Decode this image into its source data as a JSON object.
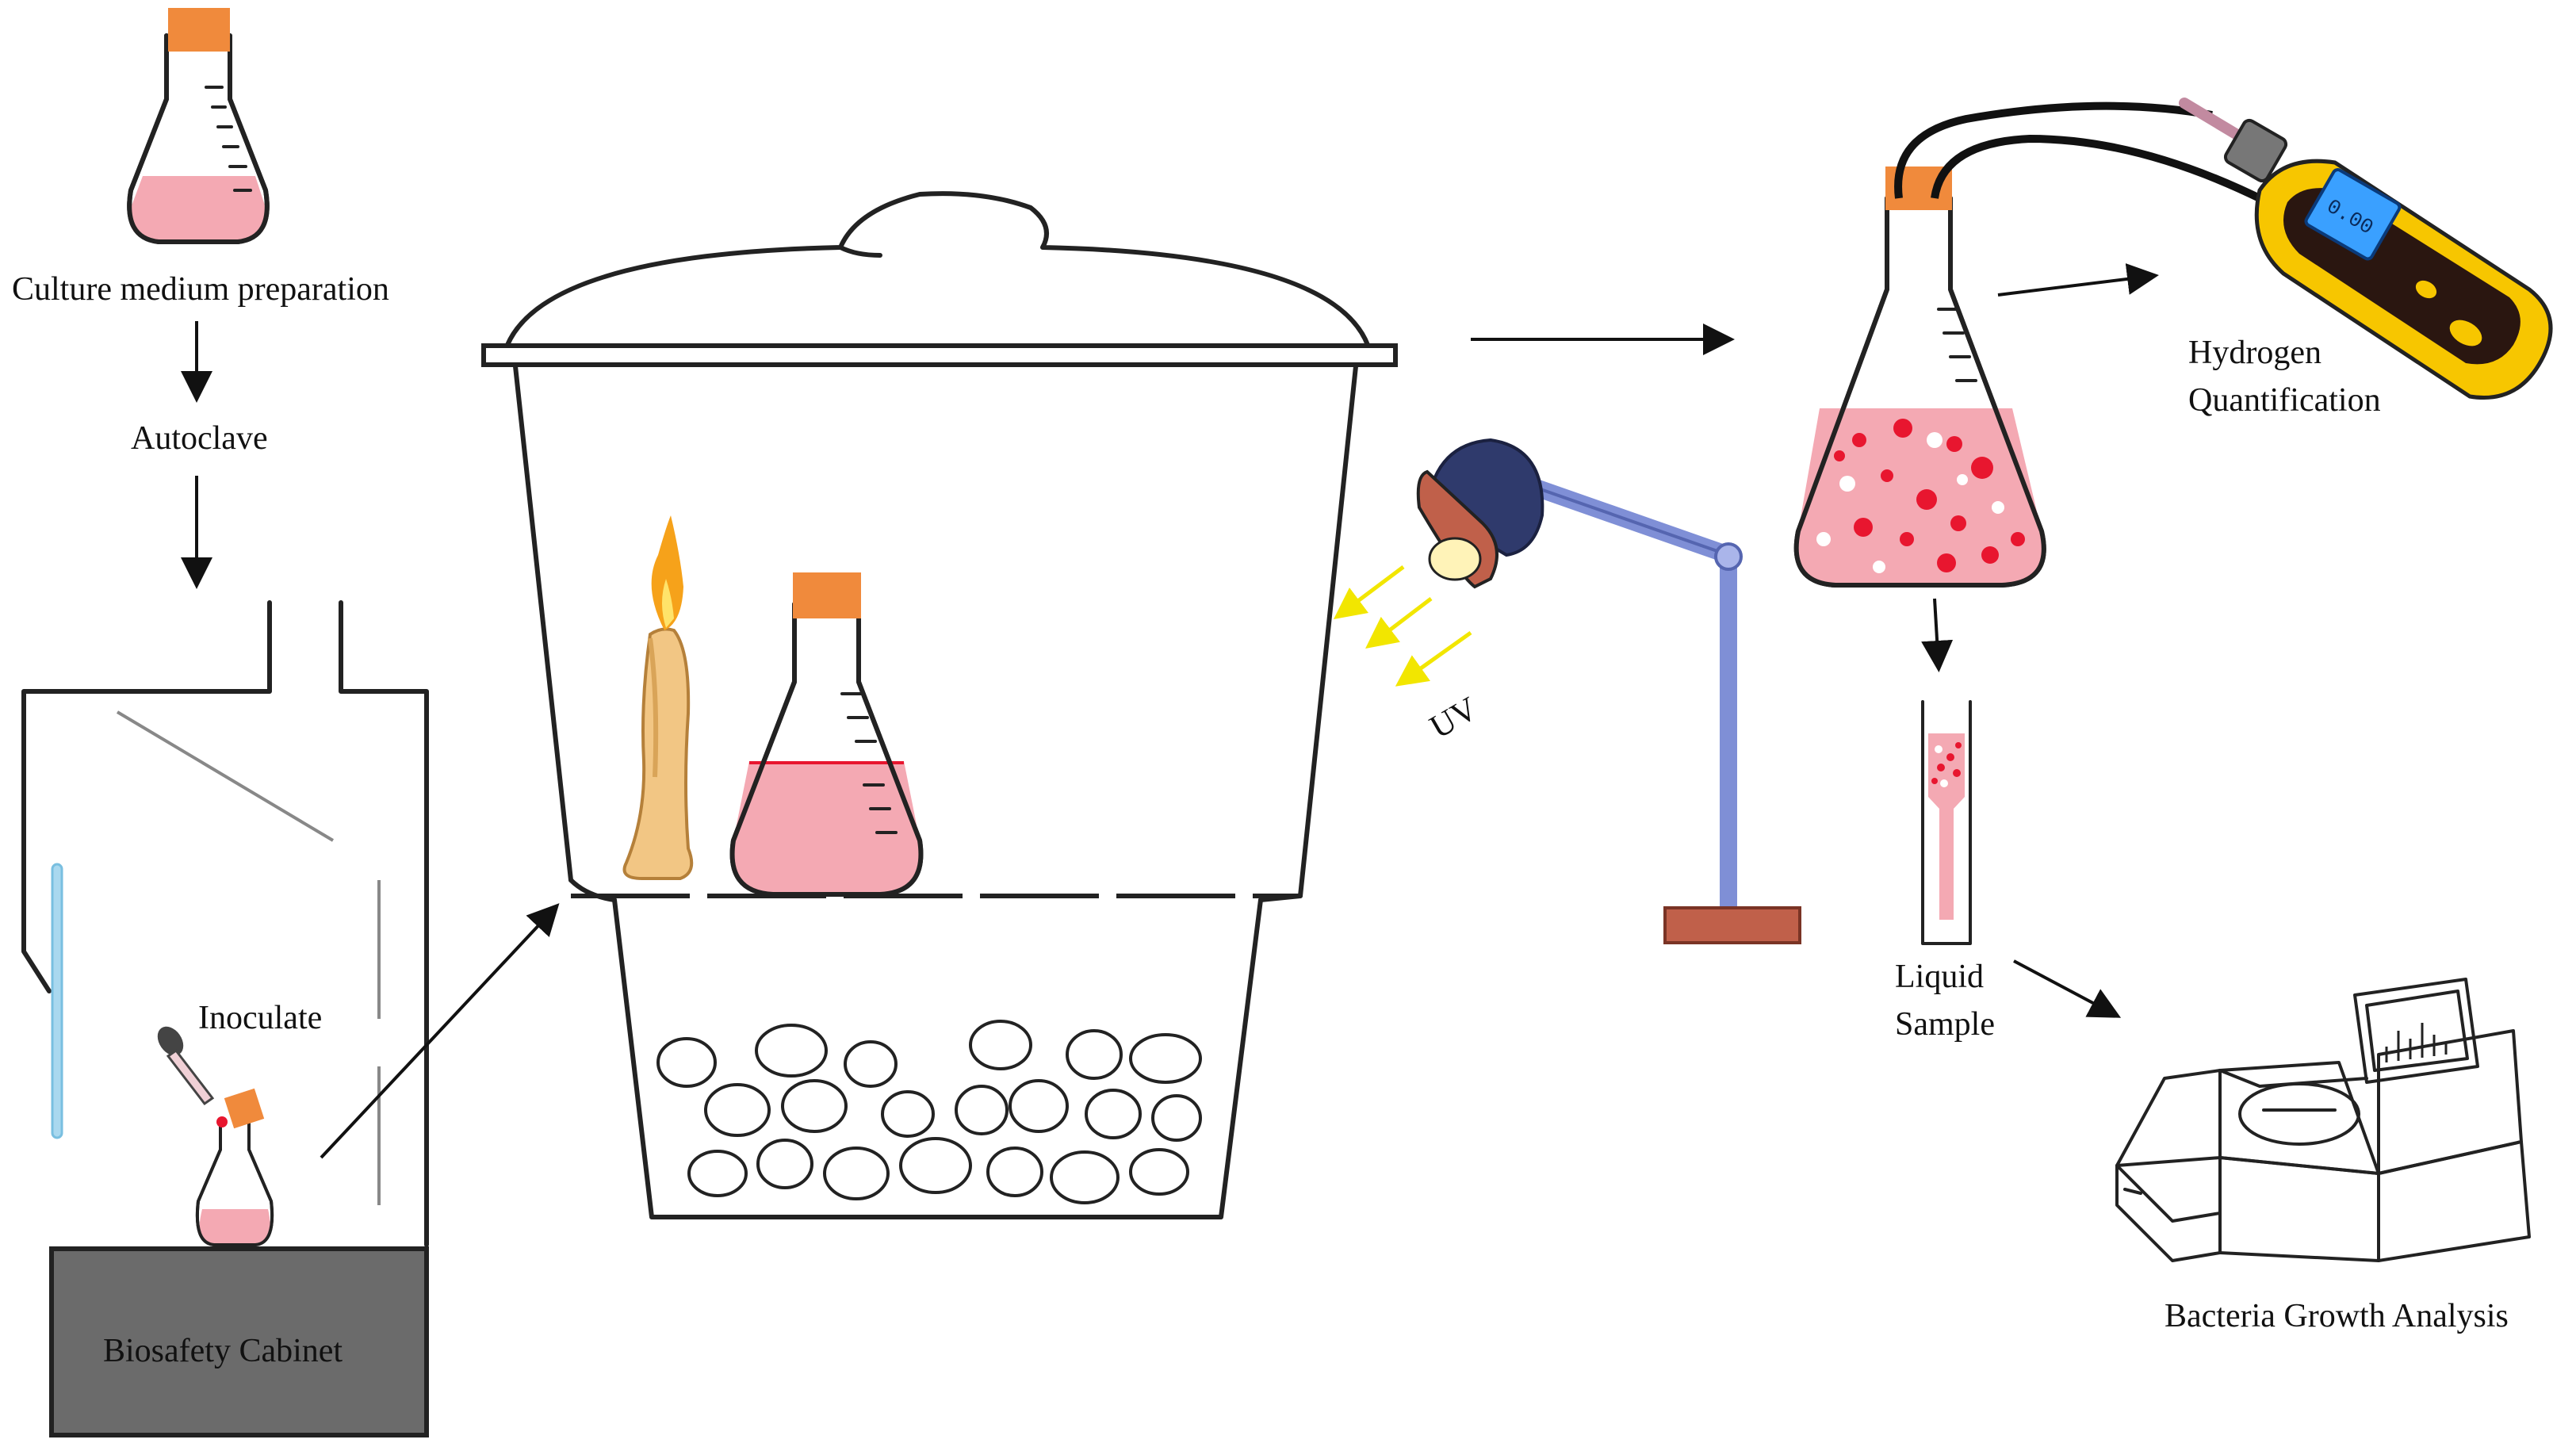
{
  "labels": {
    "culture": "Culture medium preparation",
    "autoclave": "Autoclave",
    "inoculate": "Inoculate",
    "biosafety": "Biosafety Cabinet",
    "uv": "UV",
    "hydrogen_1": "Hydrogen",
    "hydrogen_2": "Quantification",
    "liquid_1": "Liquid",
    "liquid_2": "Sample",
    "bacteria": "Bacteria Growth Analysis",
    "meter_display": "0.00"
  },
  "colors": {
    "medium": "#f4a9b3",
    "cork": "#f08a3c",
    "bubble_red": "#e8162f",
    "uv_ray": "#f2e600",
    "lamp_stand": "#7f8fd6",
    "lamp_base": "#c0604a",
    "cabinet_base": "#6b6b6b",
    "meter_body": "#f7c600",
    "meter_screen": "#3aa0ff",
    "cabinet_tube": "#a9d8ef"
  },
  "icons": {
    "flask": "erlenmeyer-flask-icon",
    "candle": "candle-icon",
    "lamp": "uv-lamp-icon",
    "meter": "gas-meter-icon",
    "spectrophotometer": "spectrophotometer-icon",
    "cuvette": "cuvette-icon",
    "dropper": "pipette-icon"
  }
}
